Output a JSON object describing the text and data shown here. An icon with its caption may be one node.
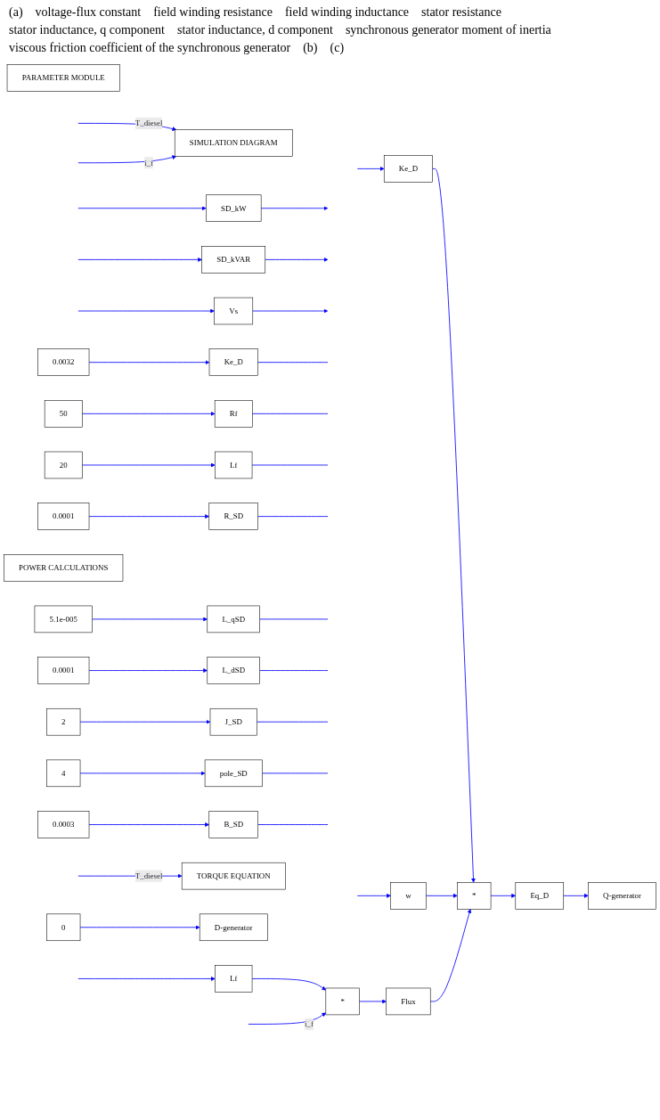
{
  "diagram": {
    "nodes": [
      {
        "text": [
          "PARAMETER MODULE"
        ]
      },
      {
        "text": [
          "SIMULATION DIAGRAM"
        ]
      },
      {
        "text": [
          "SD_kW"
        ]
      },
      {
        "text": [
          "SD_kVAR"
        ]
      },
      {
        "text": [
          "Vs"
        ]
      },
      {
        "text": [
          "0.0032"
        ]
      },
      {
        "text": [
          "Ke_D"
        ]
      },
      {
        "text": [
          "50"
        ]
      },
      {
        "text": [
          "Rf"
        ]
      },
      {
        "text": [
          "20"
        ]
      },
      {
        "text": [
          "Lf"
        ]
      },
      {
        "text": [
          "0.0001"
        ]
      },
      {
        "text": [
          "R_SD"
        ]
      },
      {
        "text": [
          "5.1e-005"
        ]
      },
      {
        "text": [
          "L_qSD"
        ]
      },
      {
        "text": [
          "0.0001"
        ]
      },
      {
        "text": [
          "L_dSD"
        ]
      },
      {
        "text": [
          "2"
        ]
      },
      {
        "text": [
          "J_SD"
        ]
      },
      {
        "text": [
          "4"
        ]
      },
      {
        "text": [
          "pole_SD"
        ]
      },
      {
        "text": [
          "0.0003"
        ]
      },
      {
        "text": [
          "B_SD"
        ]
      },
      {
        "text": [
          "TORQUE EQUATION"
        ]
      },
      {
        "text": [
          "POWER CALCULATIONS"
        ]
      },
      {
        "text": [
          "Ke_D"
        ]
      },
      {
        "text": [
          "w"
        ]
      },
      {
        "text": [
          "*"
        ]
      },
      {
        "text": [
          "Eq_D"
        ]
      },
      {
        "text": [
          "Q-generator"
        ]
      },
      {
        "text": [
          "0"
        ]
      },
      {
        "text": [
          "D-generator"
        ]
      },
      {
        "text": [
          "Lf"
        ]
      },
      {
        "text": [
          "*"
        ]
      },
      {
        "text": [
          "Flux"
        ]
      }
    ],
    "edges": [
      {
        "from": null,
        "to": 1,
        "arrow": "to",
        "label": "T_diesel"
      },
      {
        "from": null,
        "to": 1,
        "arrow": "to",
        "label": "i_f"
      },
      {
        "from": null,
        "to": 2,
        "arrow": "to"
      },
      {
        "from": 2,
        "to": null,
        "arrow": "to"
      },
      {
        "from": null,
        "to": 3,
        "arrow": "to"
      },
      {
        "from": 3,
        "to": null,
        "arrow": "to"
      },
      {
        "from": null,
        "to": 4,
        "arrow": "to"
      },
      {
        "from": 4,
        "to": null,
        "arrow": "to"
      },
      {
        "from": 5,
        "to": 6,
        "arrow": "to"
      },
      {
        "from": 6,
        "to": null,
        "arrow": "none"
      },
      {
        "from": 7,
        "to": 8,
        "arrow": "to"
      },
      {
        "from": 8,
        "to": null,
        "arrow": "none"
      },
      {
        "from": 9,
        "to": 10,
        "arrow": "to"
      },
      {
        "from": 10,
        "to": null,
        "arrow": "none"
      },
      {
        "from": 11,
        "to": 12,
        "arrow": "to"
      },
      {
        "from": 12,
        "to": null,
        "arrow": "none"
      },
      {
        "from": 13,
        "to": 14,
        "arrow": "to"
      },
      {
        "from": 14,
        "to": null,
        "arrow": "none"
      },
      {
        "from": 15,
        "to": 16,
        "arrow": "to"
      },
      {
        "from": 16,
        "to": null,
        "arrow": "none"
      },
      {
        "from": 17,
        "to": 18,
        "arrow": "to"
      },
      {
        "from": 18,
        "to": null,
        "arrow": "none"
      },
      {
        "from": 19,
        "to": 20,
        "arrow": "to"
      },
      {
        "from": 20,
        "to": null,
        "arrow": "none"
      },
      {
        "from": 21,
        "to": 22,
        "arrow": "to"
      },
      {
        "from": 22,
        "to": null,
        "arrow": "none"
      },
      {
        "from": null,
        "to": 23,
        "arrow": "to",
        "label": "T_diesel"
      },
      {
        "from": null,
        "to": 25,
        "arrow": "to"
      },
      {
        "from": 25,
        "to": 27,
        "arrow": "to"
      },
      {
        "from": null,
        "to": 26,
        "arrow": "to"
      },
      {
        "from": 26,
        "to": 27,
        "arrow": "to"
      },
      {
        "from": 27,
        "to": 28,
        "arrow": "to"
      },
      {
        "from": 28,
        "to": 29,
        "arrow": "to"
      },
      {
        "from": 30,
        "to": 31,
        "arrow": "to"
      },
      {
        "from": null,
        "to": 32,
        "arrow": "to"
      },
      {
        "from": 32,
        "to": 33,
        "arrow": "to"
      },
      {
        "from": null,
        "to": 33,
        "arrow": "to",
        "label": "i_f"
      },
      {
        "from": 33,
        "to": 34,
        "arrow": "to"
      },
      {
        "from": 34,
        "to": 27,
        "arrow": "to"
      }
    ],
    "labels": [
      "(a)",
      "voltage-flux constant",
      "field winding resistance",
      "field winding inductance",
      "stator resistance",
      "stator inductance, q component",
      "stator inductance, d component",
      "synchronous generator moment of inertia",
      "viscous friction coefficient of the synchronous generator",
      "(b)",
      "(c)"
    ]
  }
}
